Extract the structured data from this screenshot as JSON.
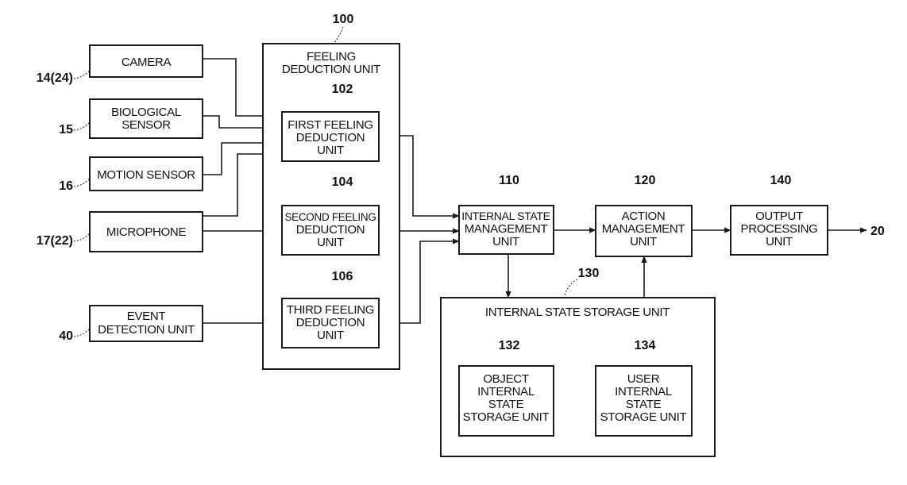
{
  "blocks": {
    "camera": {
      "lines": [
        "CAMERA"
      ],
      "ref": "14(24)"
    },
    "bio": {
      "lines": [
        "BIOLOGICAL",
        "SENSOR"
      ],
      "ref": "15"
    },
    "motion": {
      "lines": [
        "MOTION SENSOR"
      ],
      "ref": "16"
    },
    "mic": {
      "lines": [
        "MICROPHONE"
      ],
      "ref": "17(22)"
    },
    "event": {
      "lines": [
        "EVENT",
        "DETECTION UNIT"
      ],
      "ref": "40"
    },
    "feeling_unit": {
      "lines": [
        "FEELING",
        "DEDUCTION UNIT"
      ],
      "ref": "100"
    },
    "first": {
      "lines": [
        "FIRST FEELING",
        "DEDUCTION",
        "UNIT"
      ],
      "ref": "102"
    },
    "second": {
      "lines": [
        "SECOND FEELING",
        "DEDUCTION",
        "UNIT"
      ],
      "ref": "104"
    },
    "third": {
      "lines": [
        "THIRD FEELING",
        "DEDUCTION",
        "UNIT"
      ],
      "ref": "106"
    },
    "ism": {
      "lines": [
        "INTERNAL STATE",
        "MANAGEMENT",
        "UNIT"
      ],
      "ref": "110"
    },
    "am": {
      "lines": [
        "ACTION",
        "MANAGEMENT",
        "UNIT"
      ],
      "ref": "120"
    },
    "iss": {
      "lines": [
        "INTERNAL STATE STORAGE UNIT"
      ],
      "ref": "130"
    },
    "oiss": {
      "lines": [
        "OBJECT",
        "INTERNAL",
        "STATE",
        "STORAGE UNIT"
      ],
      "ref": "132"
    },
    "uiss": {
      "lines": [
        "USER",
        "INTERNAL",
        "STATE",
        "STORAGE UNIT"
      ],
      "ref": "134"
    },
    "op": {
      "lines": [
        "OUTPUT",
        "PROCESSING",
        "UNIT"
      ],
      "ref": "140"
    }
  },
  "output_ref": "20"
}
